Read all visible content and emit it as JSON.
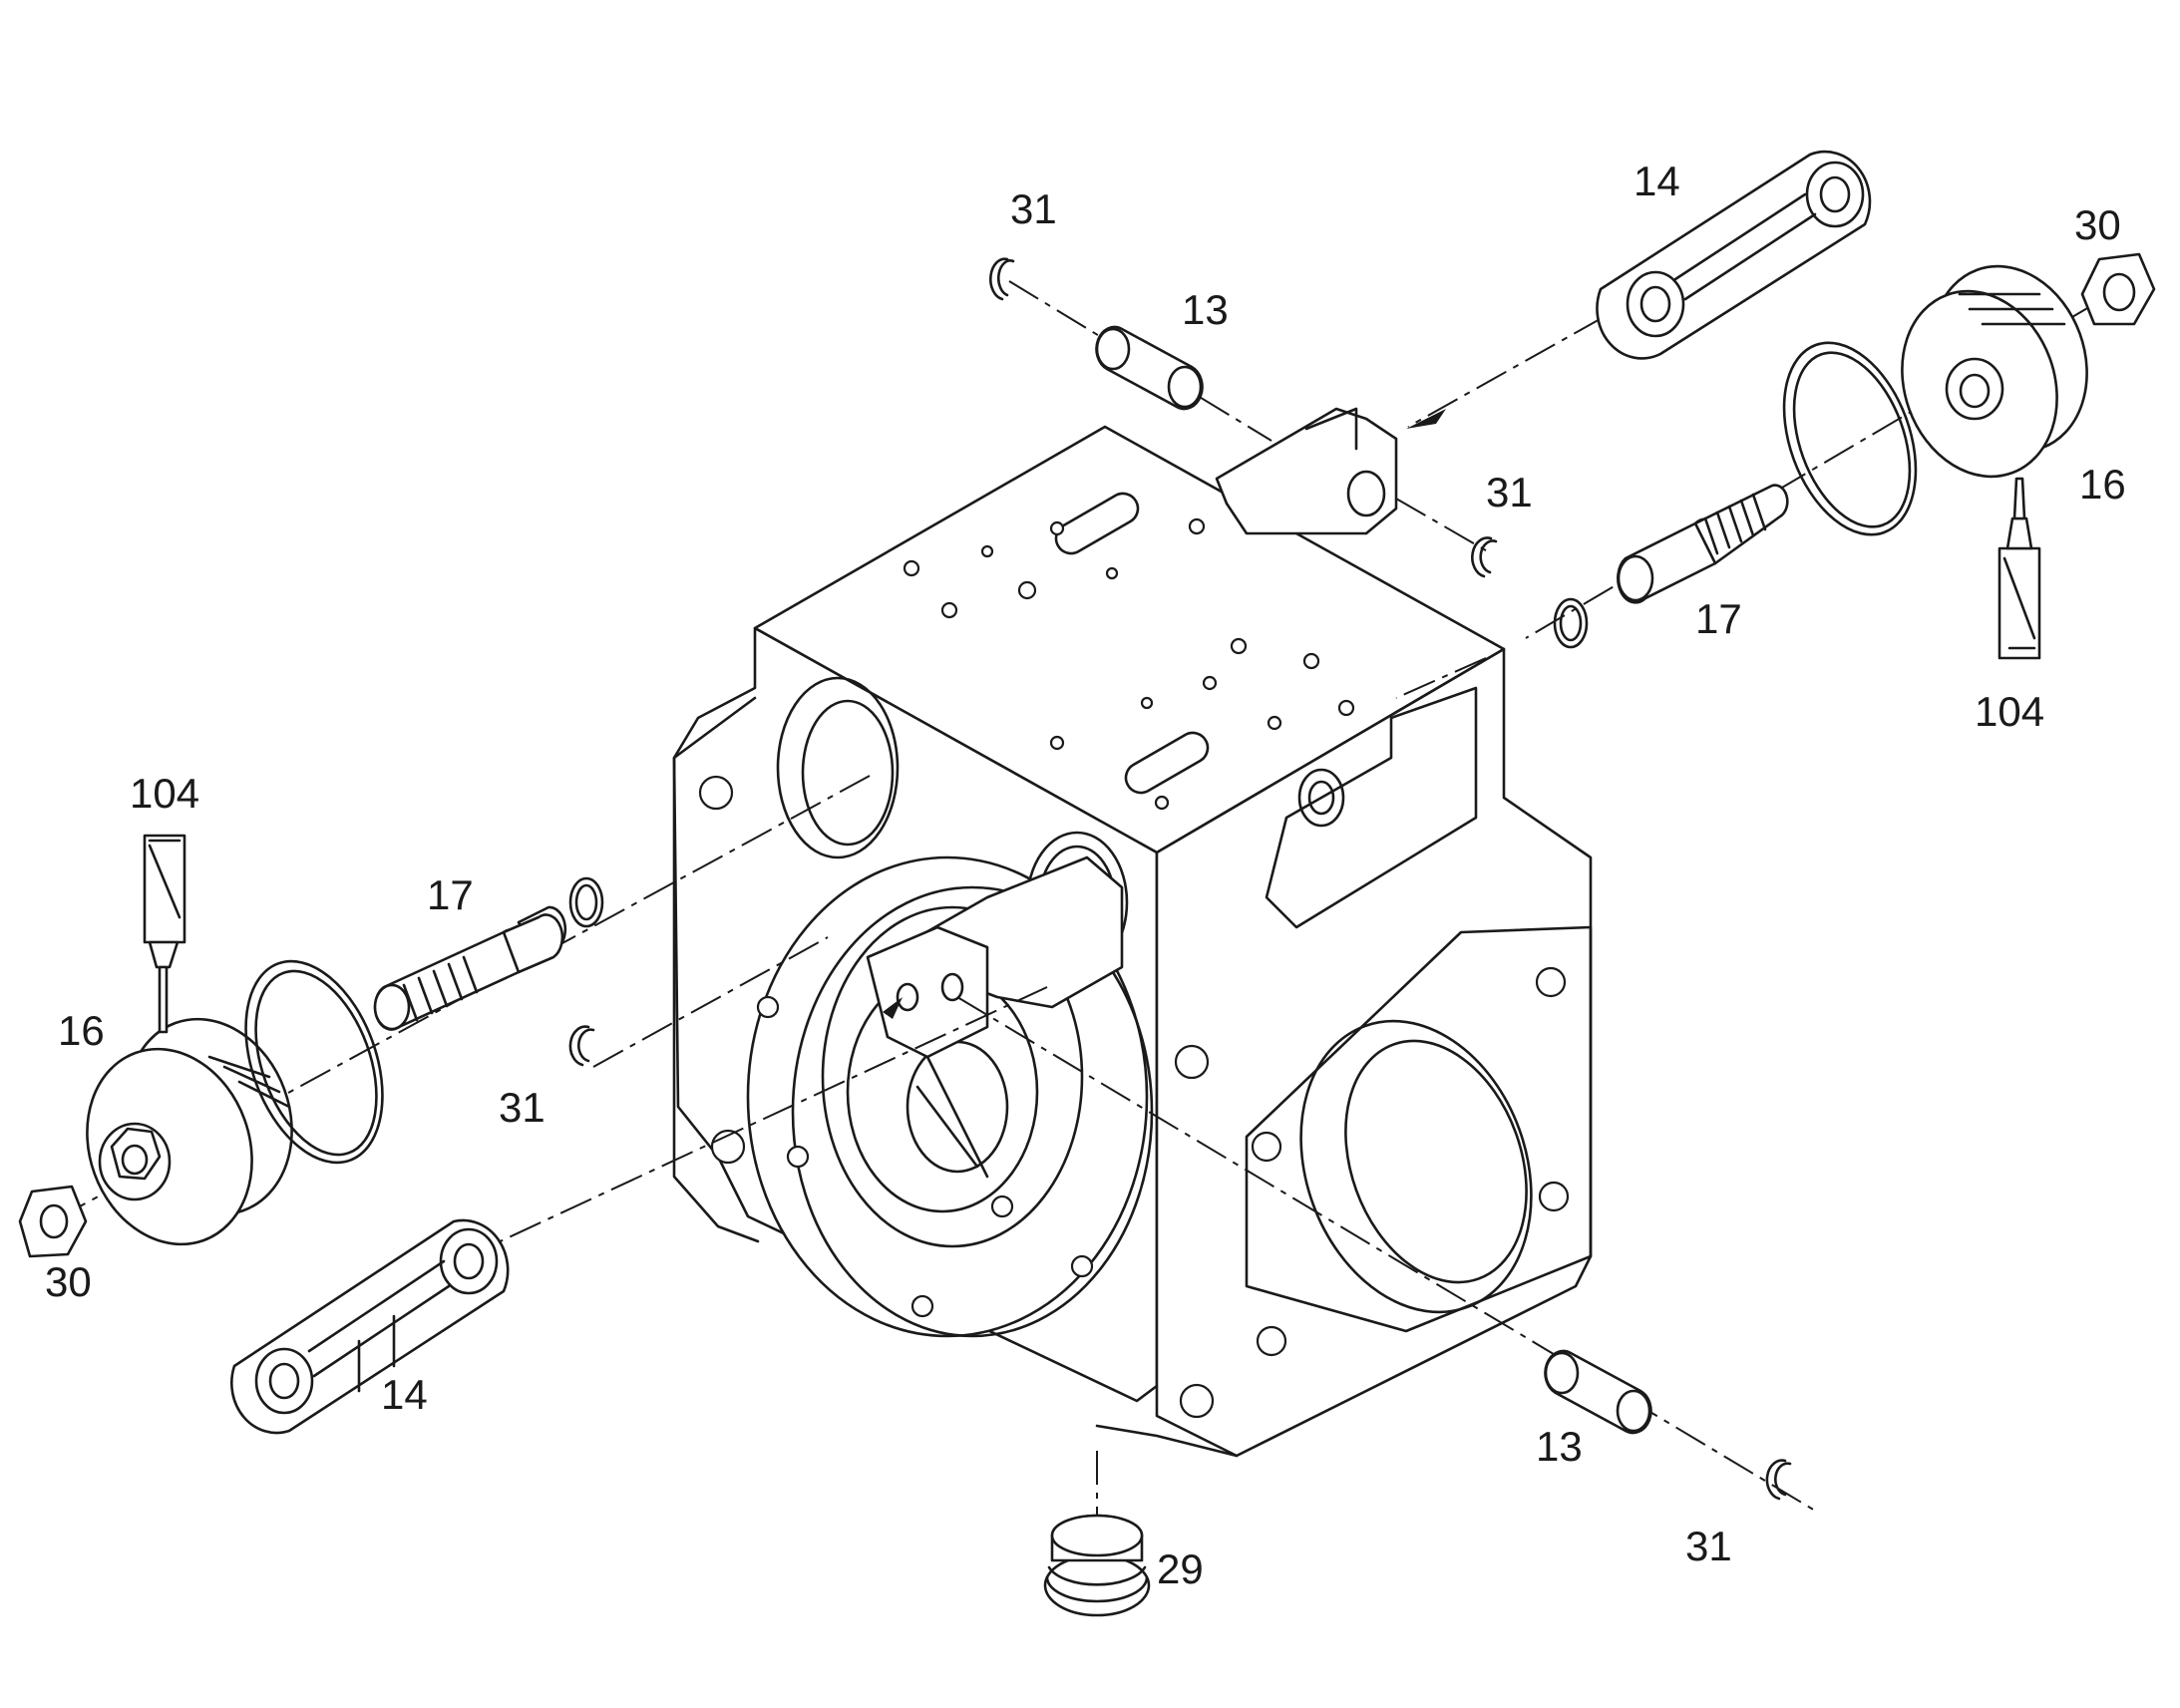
{
  "callouts": {
    "c31_top": "31",
    "c13_top": "13",
    "c14_top": "14",
    "c30_right": "30",
    "c16_right": "16",
    "c31_mid_right": "31",
    "c17_right": "17",
    "c104_right": "104",
    "c104_left": "104",
    "c17_left": "17",
    "c16_left": "16",
    "c31_left": "31",
    "c30_left": "30",
    "c14_left": "14",
    "c13_bottom": "13",
    "c31_bottom": "31",
    "c29": "29"
  }
}
